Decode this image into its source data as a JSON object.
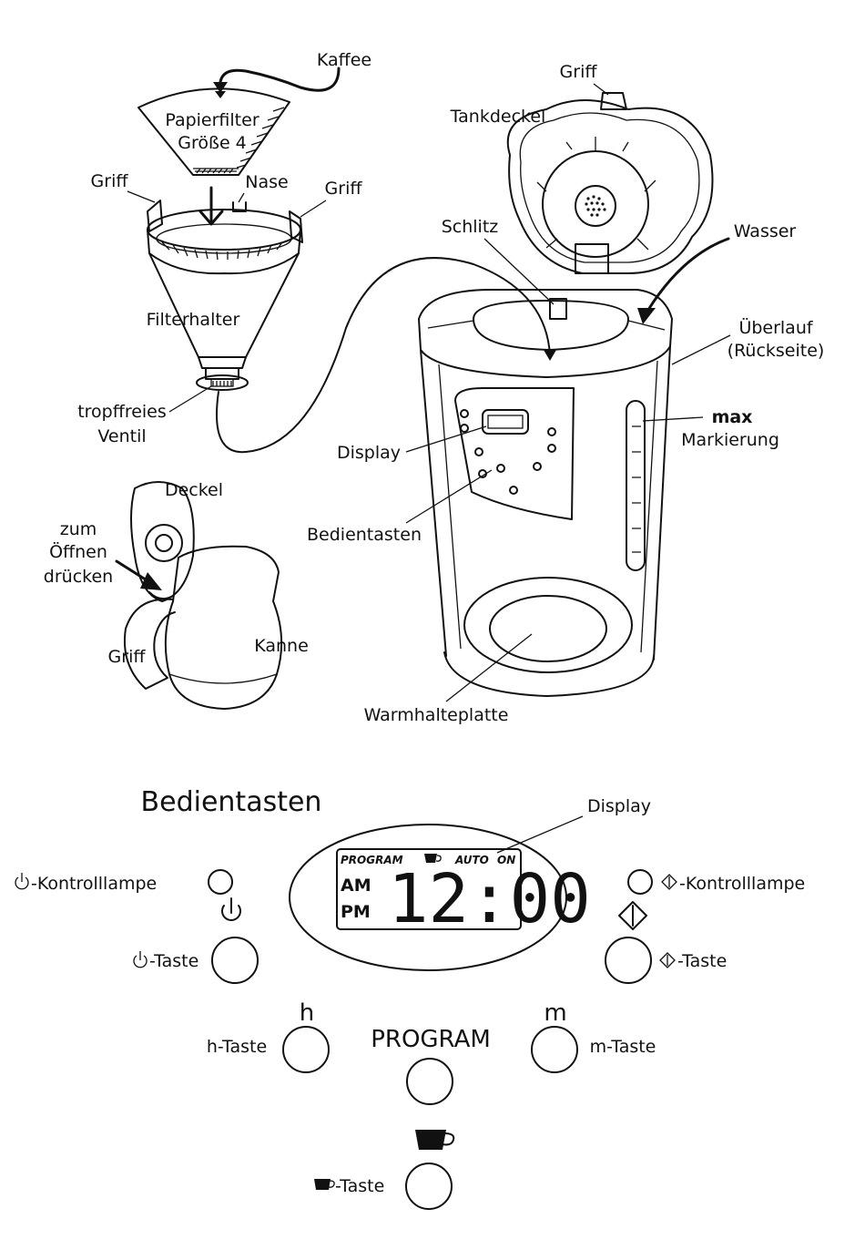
{
  "diagram_labels": {
    "kaffee": "Kaffee",
    "papierfilter": "Papierfilter",
    "groesse": "Größe 4",
    "griff_left": "Griff",
    "nase": "Nase",
    "griff_right": "Griff",
    "filterhalter": "Filterhalter",
    "ventil_1": "tropffreies",
    "ventil_2": "Ventil",
    "griff_top": "Griff",
    "tankdeckel": "Tankdeckel",
    "schlitz": "Schlitz",
    "wasser": "Wasser",
    "ueberlauf_1": "Überlauf",
    "ueberlauf_2": "(Rückseite)",
    "max_bold": "max",
    "markierung": "Markierung",
    "display": "Display",
    "bedientasten": "Bedientasten",
    "warmhalteplatte": "Warmhalteplatte",
    "deckel": "Deckel",
    "oeffnen_1": "zum",
    "oeffnen_2": "Öffnen",
    "oeffnen_3": "drücken",
    "griff_kanne": "Griff",
    "kanne": "Kanne"
  },
  "panel": {
    "title": "Bedientasten",
    "display_label": "Display",
    "lcd": {
      "program": "PROGRAM",
      "auto": "AUTO",
      "on": "ON",
      "am": "AM",
      "pm": "PM",
      "time": "12:00"
    },
    "power_lamp_label": "-Kontrolllampe",
    "power_button_label": "-Taste",
    "timer_lamp_label": "-Kontrolllampe",
    "timer_button_label": "-Taste",
    "h_symbol": "h",
    "h_button_label": "h-Taste",
    "m_symbol": "m",
    "m_button_label": "m-Taste",
    "program_label": "PROGRAM",
    "cup_button_label": "-Taste"
  }
}
